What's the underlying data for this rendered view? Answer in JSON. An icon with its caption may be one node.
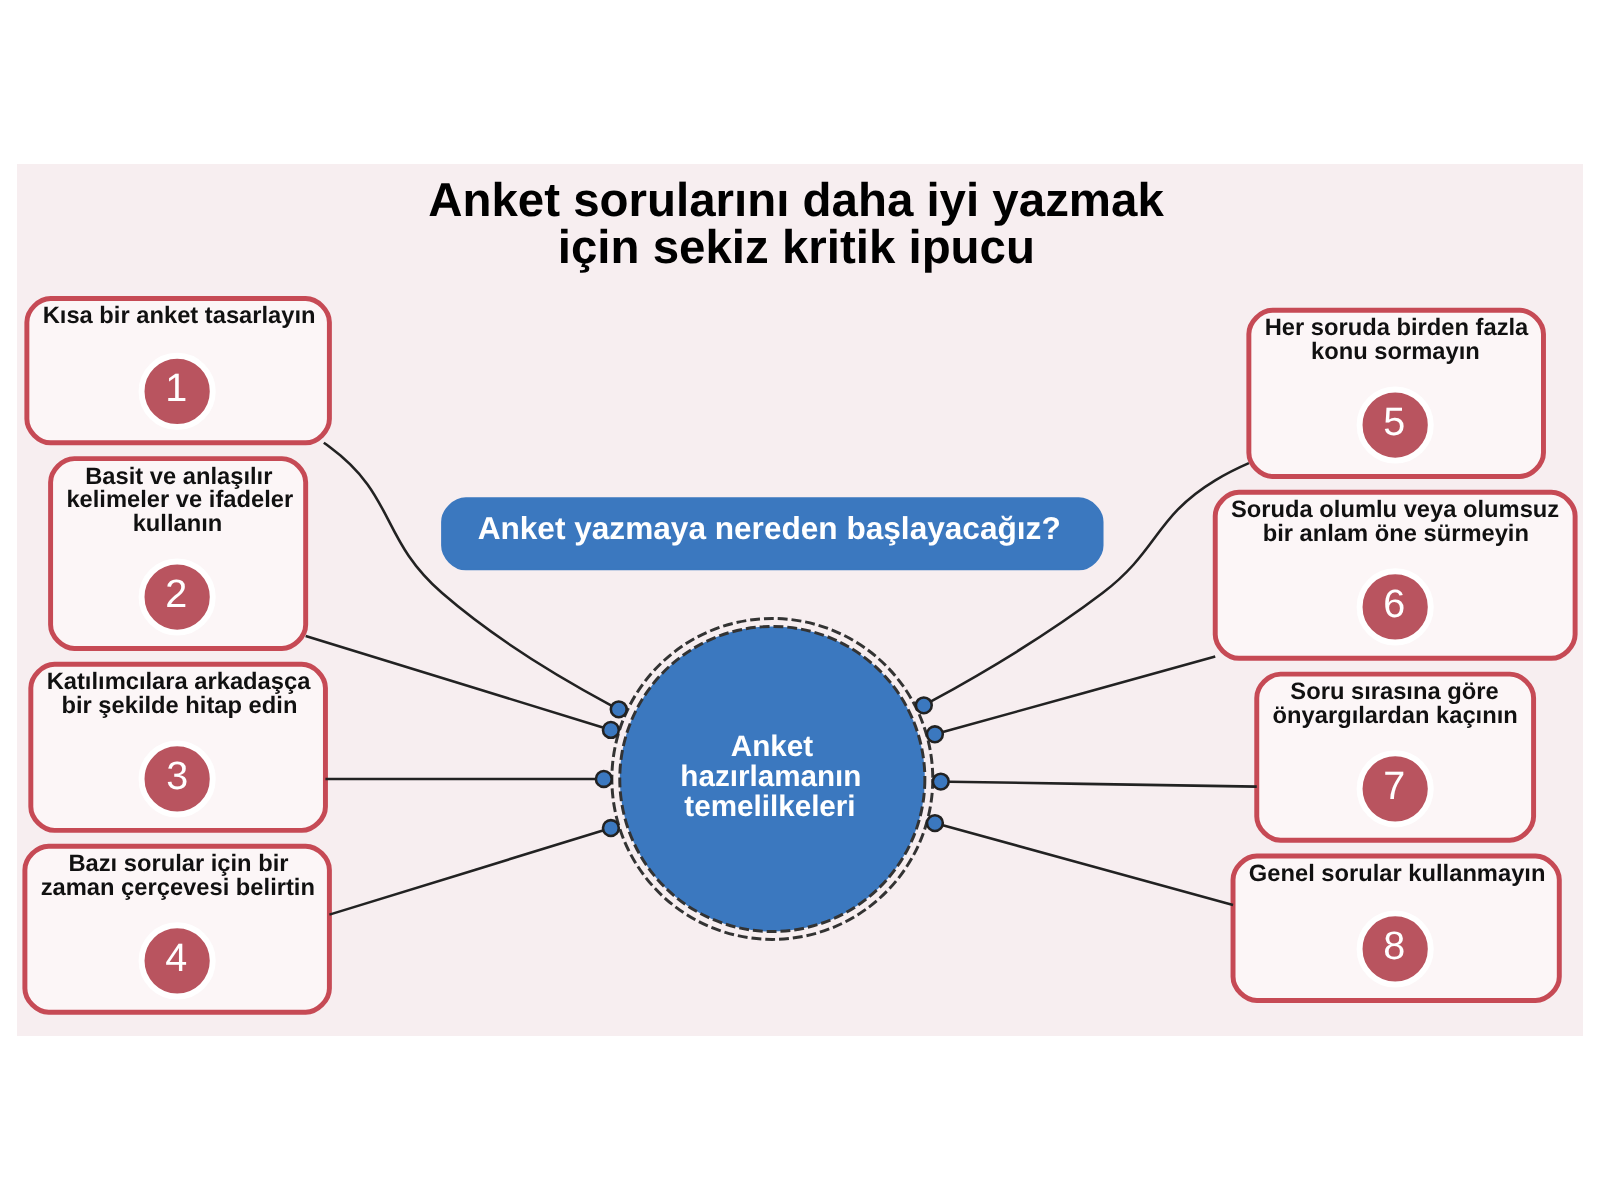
{
  "diagram": {
    "title": "Anket sorularını daha iyi yazmak için sekiz kritik ipucu",
    "nodes": [
      {
        "text": [
          "Anket yazmaya nereden başlayacağız?"
        ]
      },
      {
        "text": [
          "Anket hazırlamanın temelilkeleri"
        ]
      },
      {
        "text": [
          "Kısa bir anket tasarlayın"
        ]
      },
      {
        "text": [
          "1"
        ],
        "in": 2
      },
      {
        "text": [
          "Basit ve anlaşılır kelimeler ve ifadeler kullanın"
        ]
      },
      {
        "text": [
          "2"
        ],
        "in": 4
      },
      {
        "text": [
          "Katılımcılara arkadaşça bir şekilde hitap edin"
        ]
      },
      {
        "text": [
          "3"
        ],
        "in": 6
      },
      {
        "text": [
          "Bazı sorular için bir zaman çerçevesi belirtin"
        ]
      },
      {
        "text": [
          "4"
        ],
        "in": 8
      },
      {
        "text": [
          "Her soruda birden fazla konu sormayın"
        ]
      },
      {
        "text": [
          "5"
        ],
        "in": 10
      },
      {
        "text": [
          "Soruda olumlu veya olumsuz bir anlam öne sürmeyin"
        ]
      },
      {
        "text": [
          "6"
        ],
        "in": 12
      },
      {
        "text": [
          "Soru sırasına göre önyargılardan kaçının"
        ]
      },
      {
        "text": [
          "7"
        ],
        "in": 14
      },
      {
        "text": [
          "Genel sorular kullanmayın"
        ]
      },
      {
        "text": [
          "8"
        ],
        "in": 16
      }
    ],
    "edges": [
      {
        "from": 2,
        "to": 1,
        "arrow": "other"
      },
      {
        "from": 4,
        "to": 1,
        "arrow": "other"
      },
      {
        "from": 6,
        "to": 1,
        "arrow": "other"
      },
      {
        "from": 8,
        "to": 1,
        "arrow": "other"
      },
      {
        "from": 10,
        "to": 1,
        "arrow": "other"
      },
      {
        "from": 12,
        "to": 1,
        "arrow": "other"
      },
      {
        "from": 14,
        "to": 1,
        "arrow": "other"
      },
      {
        "from": 16,
        "to": 1,
        "arrow": "other"
      }
    ]
  }
}
